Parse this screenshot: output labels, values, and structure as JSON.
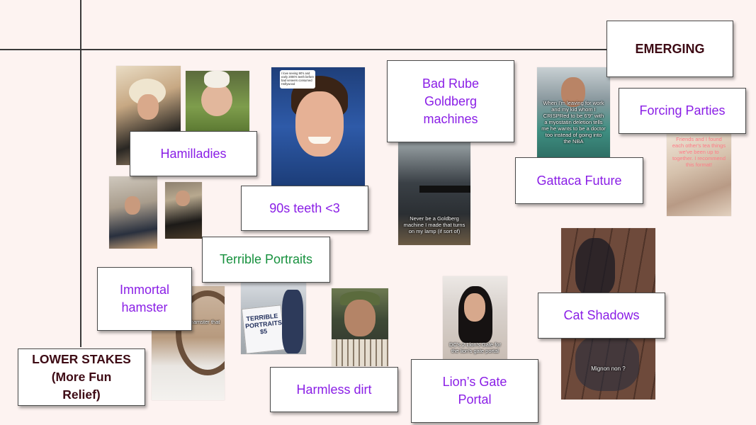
{
  "labels": {
    "emerging": "EMERGING",
    "lower_stakes": "LOWER STAKES\n(More Fun\nRelief)"
  },
  "topics": {
    "hamilladies": "Hamilladies",
    "teeth_90s": "90s teeth <3",
    "rube_goldberg": "Bad Rube\nGoldberg\nmachines",
    "gattaca": "Gattaca Future",
    "forcing_parties": "Forcing Parties",
    "terrible_portraits": "Terrible Portraits",
    "immortal_hamster": "Immortal\nhamster",
    "cat_shadows": "Cat Shadows",
    "harmless_dirt": "Harmless dirt",
    "lions_gate": "Lion’s Gate\nPortal"
  },
  "captions": {
    "teeth_overlay": "I love seeing 90's and early 2000's teeth before bad veneers consumed Hollywood",
    "gattaca_overlay": "When I'm leaving for work and my kid whom I CRISPRed to be 6'9\" with a myostatin deletion tells me he wants to be a doctor too instead of going into the NBA",
    "rube_overlay": "Never be a Goldberg machine I made that turns on my lamp (if sort of)",
    "forcing_overlay": "Friends and I found each other's tea things we've been up to together. I recommend this format!",
    "hamster_overlay": "hamster that",
    "portrait_sign": "TERRIBLE PORTRAITS $5",
    "lions_overlay": "DC's 2 Lion's Gate for the lion's gate portal",
    "cat_overlay": "Mignon non ?"
  },
  "colors": {
    "background": "#fdf3f1",
    "topic_text": "#8a1ee6",
    "highlight_text": "#17913e",
    "axis_label_text": "#3d0a14"
  }
}
